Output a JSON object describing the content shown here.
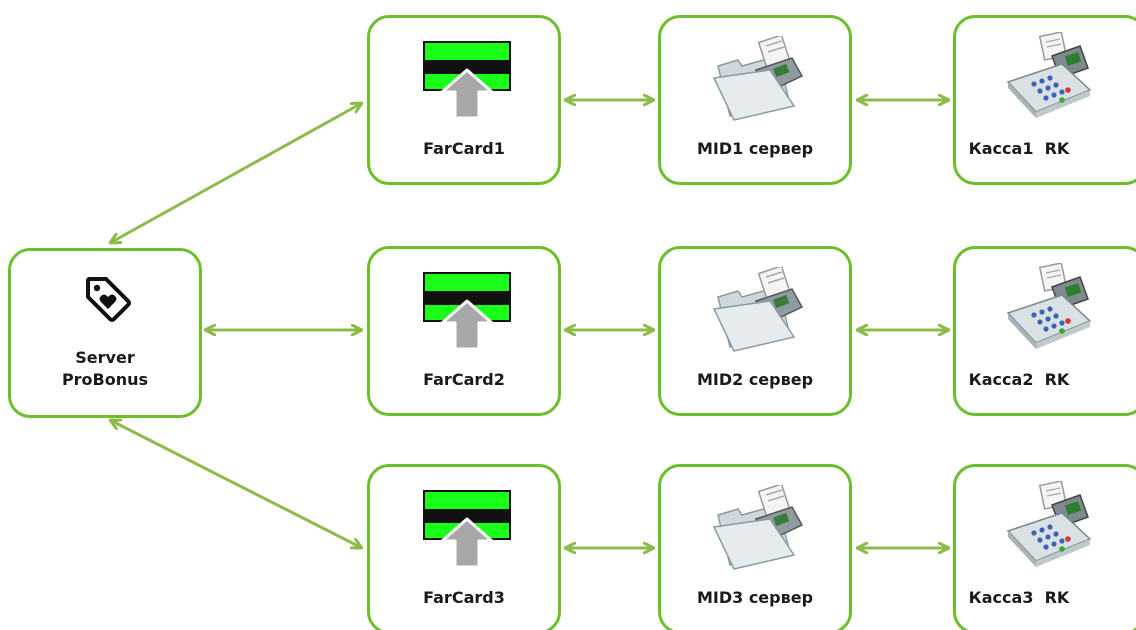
{
  "diagram": {
    "server": {
      "line1": "Server",
      "line2": "ProBonus",
      "icon": "price-tag-heart-icon"
    },
    "rows": [
      {
        "farcard": "FarCard1",
        "mid": "MID1 сервер",
        "kassa": "Касса1  RK"
      },
      {
        "farcard": "FarCard2",
        "mid": "MID2 сервер",
        "kassa": "Касса2  RK"
      },
      {
        "farcard": "FarCard3",
        "mid": "MID3 сервер",
        "kassa": "Касса3  RK"
      }
    ],
    "icons": {
      "farcard": "card-upload-icon",
      "mid": "server-folder-icon",
      "kassa": "cash-register-icon"
    },
    "colors": {
      "node_border": "#6cbf2a",
      "connector": "#8dbb4a",
      "card_green": "#1aff1a"
    }
  }
}
